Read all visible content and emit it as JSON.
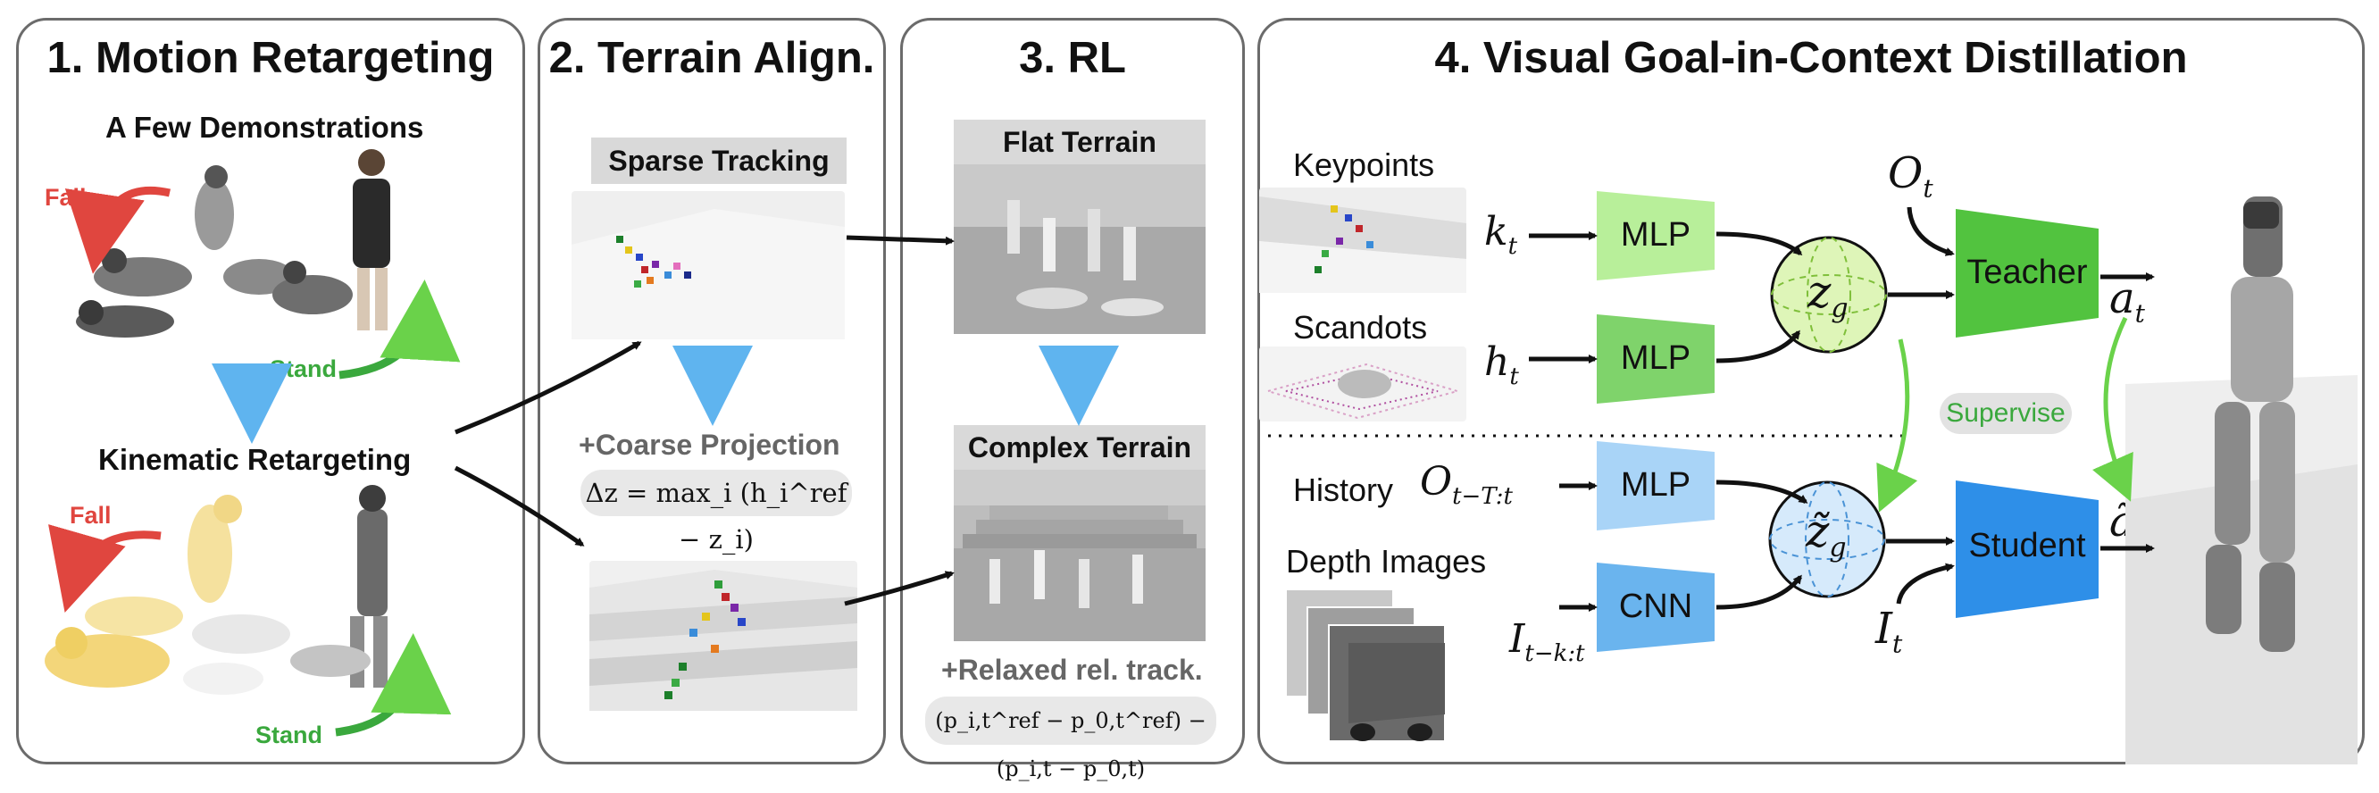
{
  "panel1": {
    "title": "1. Motion Retargeting",
    "demos_label": "A Few Demonstrations",
    "fall_label": "Fall",
    "stand_label": "Stand",
    "kin_label": "Kinematic Retargeting",
    "fall_label2": "Fall",
    "stand_label2": "Stand"
  },
  "panel2": {
    "title": "2. Terrain Align.",
    "sparse_tag": "Sparse Tracking",
    "coarse_label": "+Coarse Projection",
    "formula": "Δz = max_i (h_i^ref − z_i)"
  },
  "panel3": {
    "title": "3. RL",
    "flat_tag": "Flat Terrain",
    "complex_tag": "Complex Terrain",
    "relaxed_label": "+Relaxed rel. track.",
    "formula": "(p_i,t^ref − p_0,t^ref) − (p_i,t − p_0,t)"
  },
  "panel4": {
    "title": "4. Visual Goal-in-Context Distillation",
    "keypoints_label": "Keypoints",
    "scandots_label": "Scandots",
    "history_label": "History",
    "depth_label": "Depth Images",
    "k_sym": "k",
    "k_sub": "t",
    "h_sym": "h",
    "h_sub": "t",
    "o_hist_sym": "O",
    "o_hist_sub": "t−T:t",
    "i_hist_sym": "I",
    "i_hist_sub": "t−k:t",
    "o_sym": "O",
    "o_sub": "t",
    "i_sym": "I",
    "i_sub": "t",
    "a_sym": "a",
    "a_sub": "t",
    "atilde_sym": "ã",
    "atilde_sub": "t",
    "zg_sym": "z",
    "zg_sub": "g",
    "zgt_sym": "z̃",
    "zgt_sub": "g",
    "mlp1": "MLP",
    "mlp2": "MLP",
    "mlp3": "MLP",
    "cnn": "CNN",
    "teacher": "Teacher",
    "student": "Student",
    "supervise": "Supervise"
  },
  "colors": {
    "red": "#e0463f",
    "green": "#3aa83d",
    "blue_arrow": "#5fb4ef",
    "mlp_green_light": "#b8ef9a",
    "mlp_green": "#7fd36b",
    "teacher_green": "#52c33f",
    "mlp_blue_light": "#a9d4f7",
    "cnn_blue": "#6ab4ee",
    "student_blue": "#2e8fe8",
    "panel_border": "#6b6b6b"
  }
}
